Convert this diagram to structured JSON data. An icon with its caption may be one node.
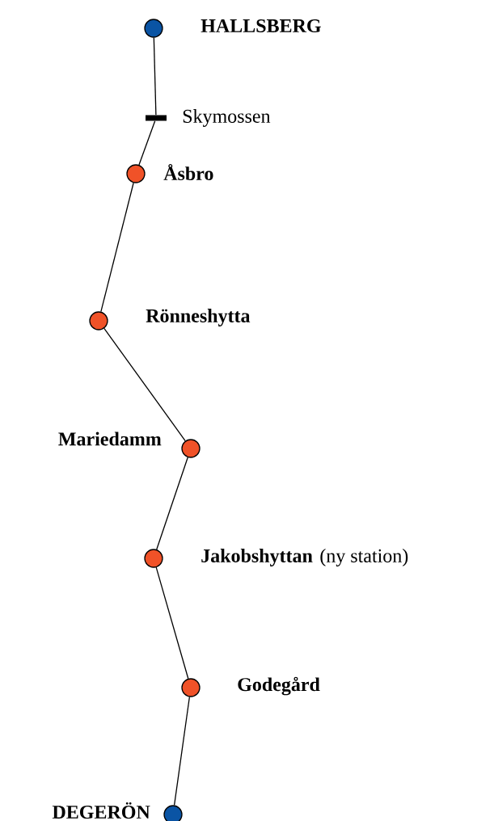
{
  "diagram": {
    "nodes": [
      {
        "text": [
          "HALLSBERG"
        ]
      },
      {
        "text": [],
        "shape": "bar",
        "beside": [
          "Skymossen"
        ]
      },
      {
        "text": [
          "Åsbro"
        ]
      },
      {
        "text": [
          "Rönneshytta"
        ]
      },
      {
        "text": [
          "Mariedamm"
        ]
      },
      {
        "text": [
          "Jakobshyttan"
        ]
      },
      {
        "text": [
          "Godegård"
        ]
      },
      {
        "text": [
          "DEGERÖN"
        ]
      }
    ],
    "edges": [
      {
        "from": 0,
        "to": 1,
        "arrow": "none"
      },
      {
        "from": 1,
        "to": 2,
        "arrow": "none"
      },
      {
        "from": 2,
        "to": 3,
        "arrow": "none"
      },
      {
        "from": 3,
        "to": 4,
        "arrow": "none"
      },
      {
        "from": 4,
        "to": 5,
        "arrow": "none"
      },
      {
        "from": 5,
        "to": 6,
        "arrow": "none"
      },
      {
        "from": 6,
        "to": 7,
        "arrow": "none"
      }
    ],
    "labels": [
      "(ny station)"
    ]
  }
}
